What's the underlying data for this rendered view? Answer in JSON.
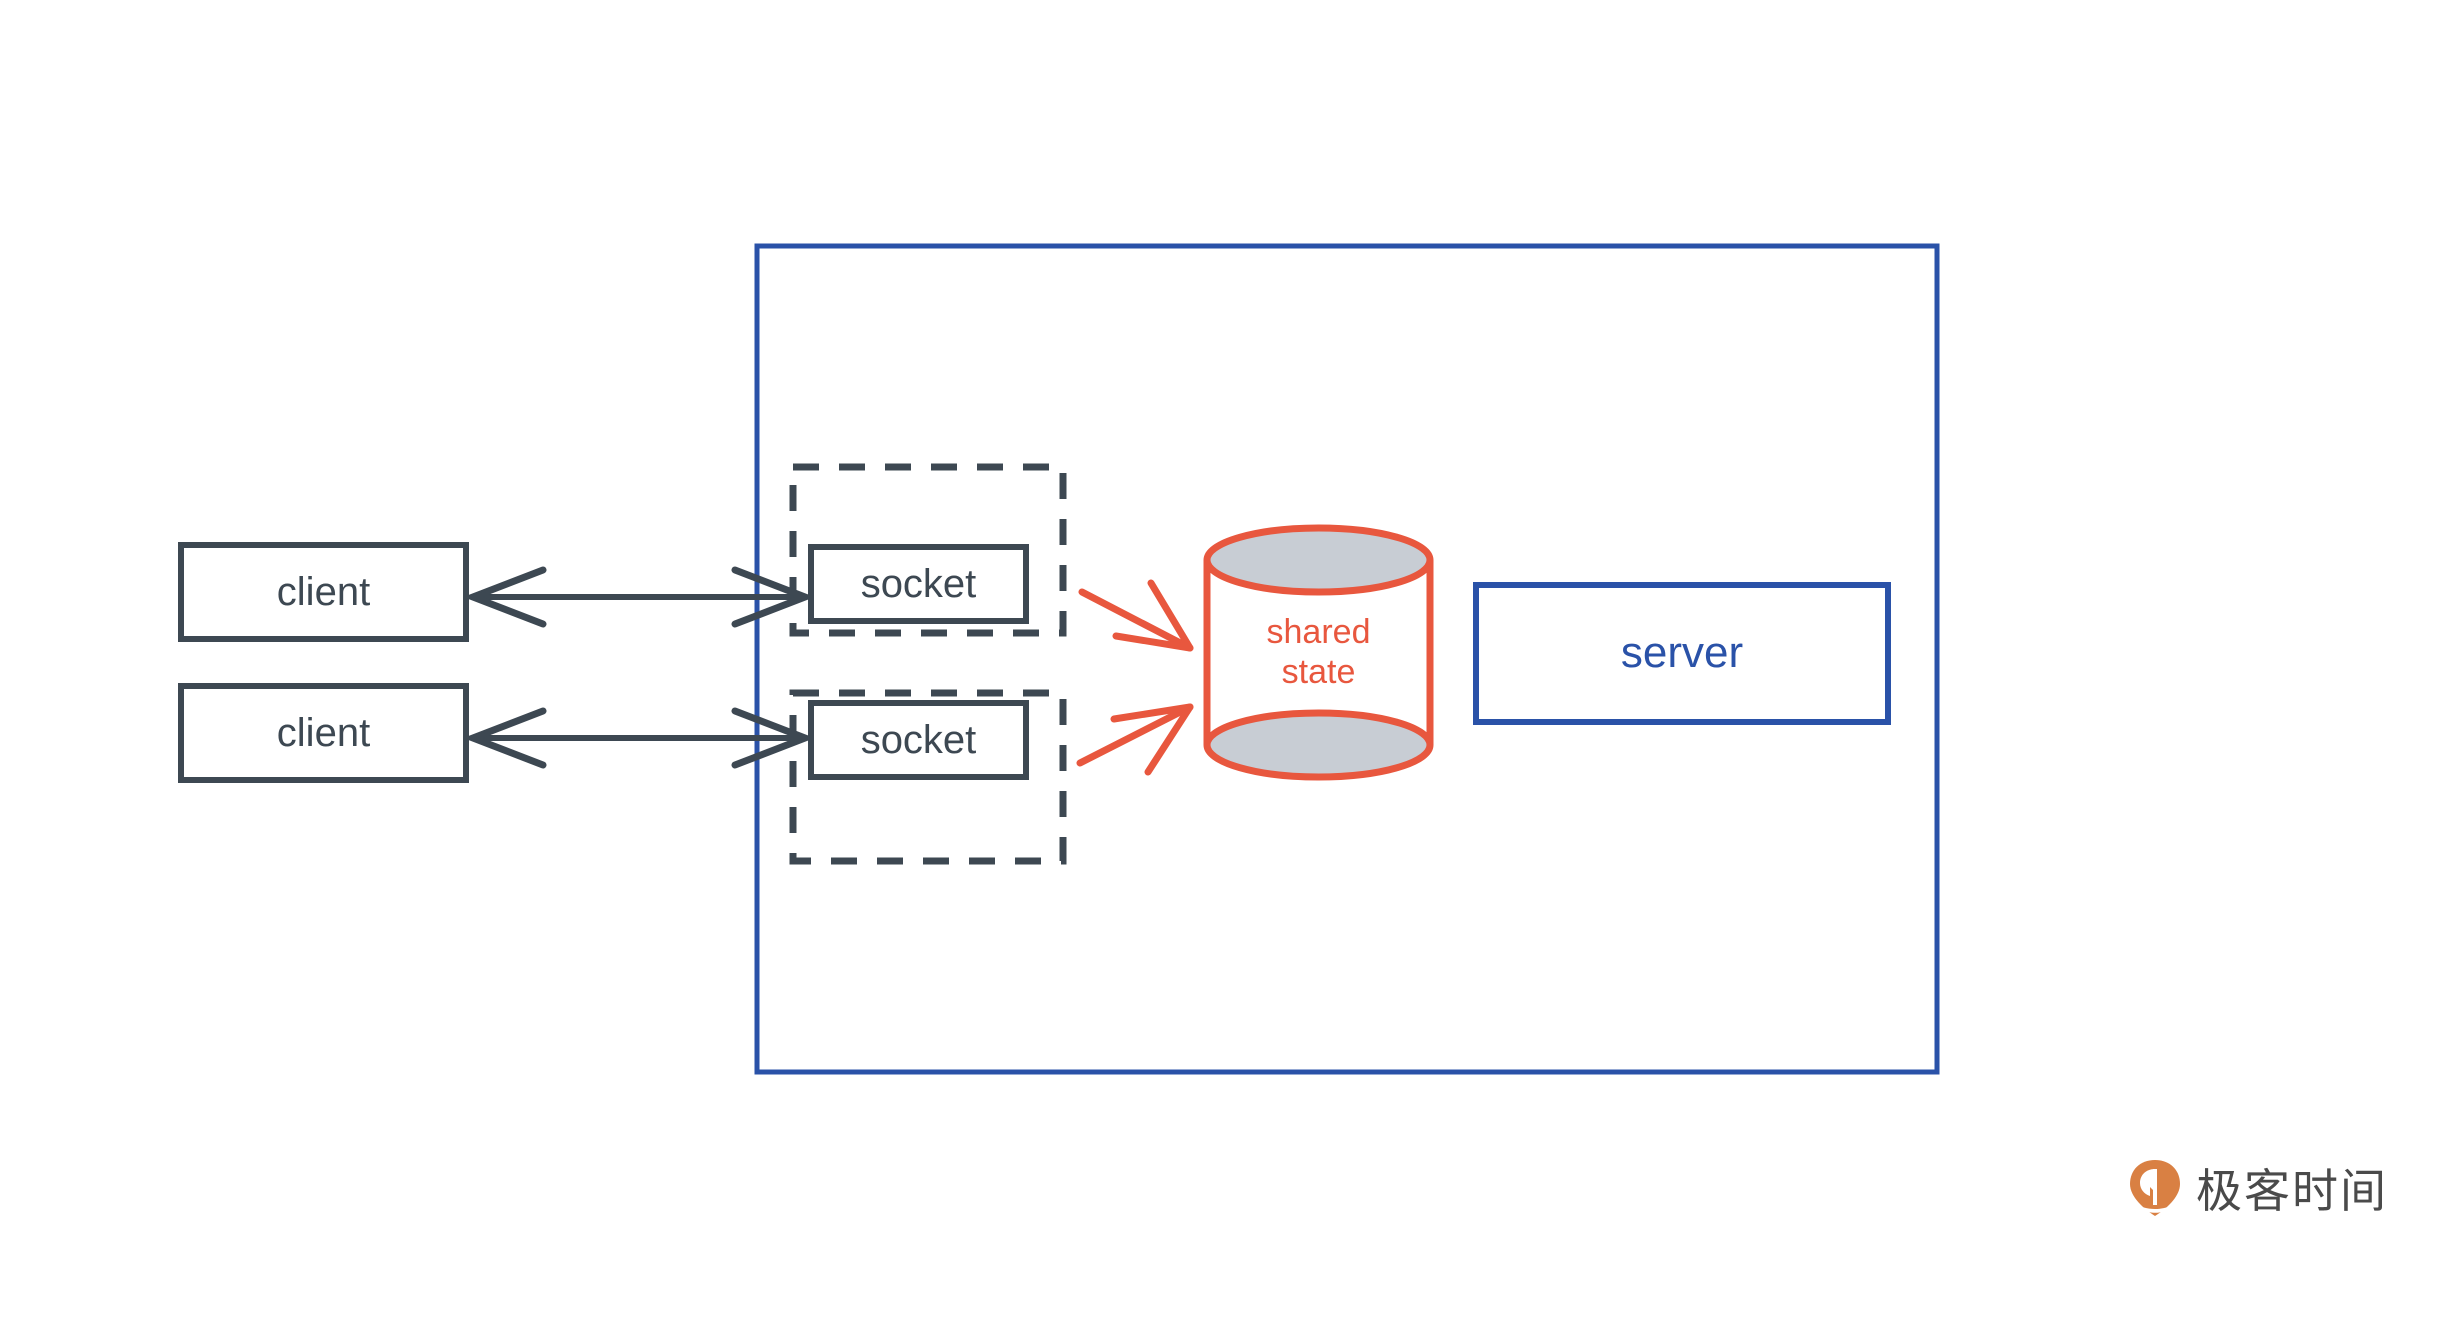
{
  "diagram": {
    "title": "client-socket-shared-state-server",
    "colors": {
      "dark": "#3d4852",
      "blue": "#2a52a8",
      "orange": "#e8573e",
      "cylinder_fill": "#c8cdd4",
      "background": "#ffffff"
    },
    "nodes": [
      {
        "id": "client-1",
        "label": "client",
        "shape": "rectangle",
        "color": "#3d4852"
      },
      {
        "id": "client-2",
        "label": "client",
        "shape": "rectangle",
        "color": "#3d4852"
      },
      {
        "id": "socket-1",
        "label": "socket",
        "shape": "rectangle",
        "color": "#3d4852"
      },
      {
        "id": "socket-2",
        "label": "socket",
        "shape": "rectangle",
        "color": "#3d4852"
      },
      {
        "id": "shared-state",
        "label_line1": "shared",
        "label_line2": "state",
        "shape": "cylinder",
        "color": "#e8573e"
      },
      {
        "id": "server",
        "label": "server",
        "shape": "rectangle",
        "color": "#2a52a8"
      }
    ],
    "containers": [
      {
        "id": "server-boundary",
        "style": "solid",
        "color": "#2a52a8"
      },
      {
        "id": "process-group-1",
        "style": "dashed",
        "color": "#3d4852"
      },
      {
        "id": "process-group-2",
        "style": "dashed",
        "color": "#3d4852"
      }
    ],
    "edges": [
      {
        "from": "client-1",
        "to": "socket-1",
        "arrow": "double",
        "color": "#3d4852"
      },
      {
        "from": "client-2",
        "to": "socket-2",
        "arrow": "double",
        "color": "#3d4852"
      },
      {
        "from": "socket-1",
        "to": "shared-state",
        "arrow": "single",
        "color": "#e8573e"
      },
      {
        "from": "socket-2",
        "to": "shared-state",
        "arrow": "single",
        "color": "#e8573e"
      }
    ]
  },
  "watermark": {
    "text": "极客时间",
    "mark_color": "#d98043"
  }
}
